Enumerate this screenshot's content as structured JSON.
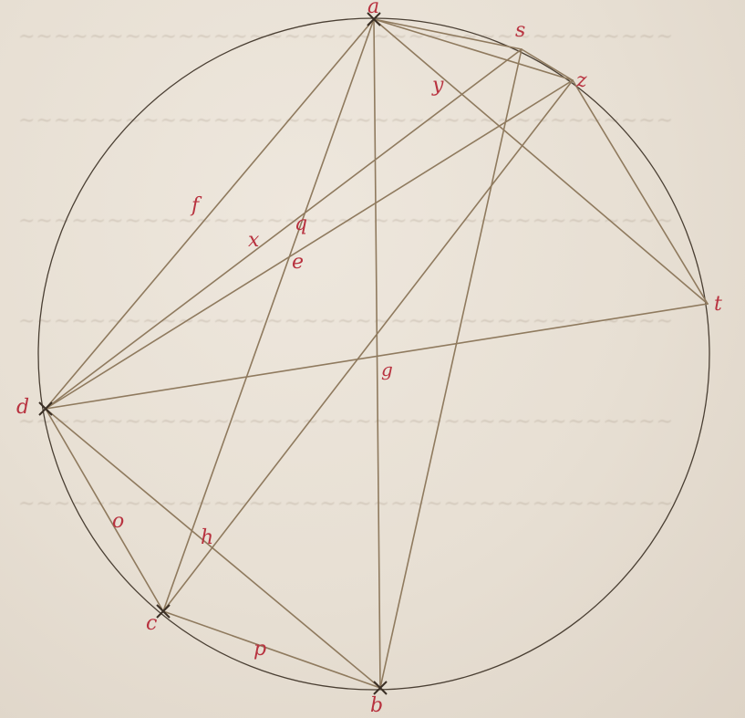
{
  "figure": {
    "circle": {
      "name": "circle"
    },
    "points": [
      {
        "id": "a",
        "label": "a"
      },
      {
        "id": "s",
        "label": "s"
      },
      {
        "id": "z",
        "label": "z"
      },
      {
        "id": "t",
        "label": "t"
      },
      {
        "id": "d",
        "label": "d"
      },
      {
        "id": "c",
        "label": "c"
      },
      {
        "id": "b",
        "label": "b"
      },
      {
        "id": "g",
        "label": "g"
      }
    ],
    "segment_labels": [
      {
        "id": "f",
        "label": "f"
      },
      {
        "id": "y",
        "label": "y"
      },
      {
        "id": "x",
        "label": "x"
      },
      {
        "id": "q",
        "label": "q"
      },
      {
        "id": "e",
        "label": "e"
      },
      {
        "id": "h",
        "label": "h"
      },
      {
        "id": "o",
        "label": "o"
      },
      {
        "id": "p",
        "label": "p"
      }
    ],
    "chords": [
      [
        "a",
        "s"
      ],
      [
        "s",
        "z"
      ],
      [
        "a",
        "z"
      ],
      [
        "a",
        "t"
      ],
      [
        "z",
        "t"
      ],
      [
        "a",
        "d"
      ],
      [
        "a",
        "c"
      ],
      [
        "a",
        "b"
      ],
      [
        "d",
        "s"
      ],
      [
        "d",
        "z"
      ],
      [
        "d",
        "t"
      ],
      [
        "d",
        "c"
      ],
      [
        "d",
        "b"
      ],
      [
        "c",
        "b"
      ],
      [
        "c",
        "z"
      ],
      [
        "s",
        "b"
      ]
    ]
  }
}
